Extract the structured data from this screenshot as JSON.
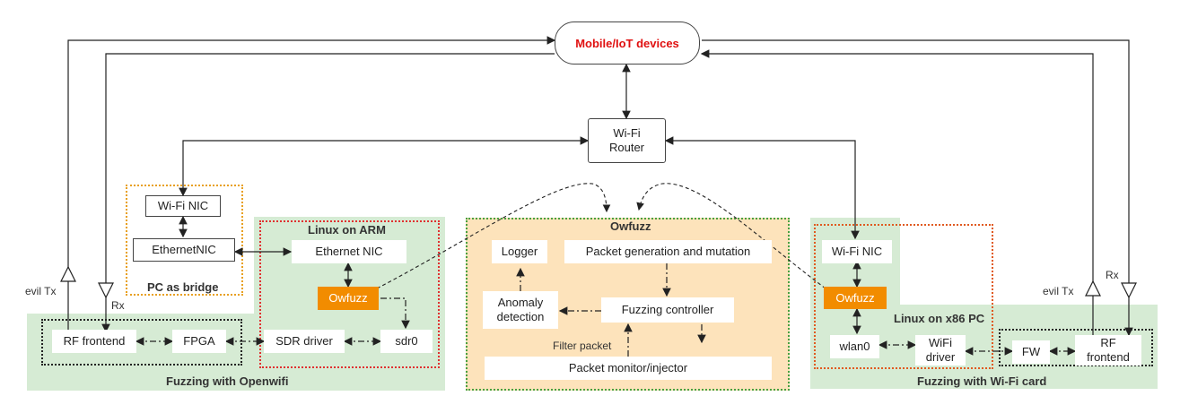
{
  "top": {
    "devices_label": "Mobile/IoT devices",
    "devices_color": "#e01010",
    "router_label_line1": "Wi-Fi",
    "router_label_line2": "Router"
  },
  "bridge": {
    "title": "PC as bridge",
    "wifi_nic": "Wi-Fi NIC",
    "ethernet_nic": "EthernetNIC"
  },
  "openwifi": {
    "title": "Fuzzing with Openwifi",
    "linux_arm_title": "Linux on ARM",
    "ethernet_nic": "Ethernet NIC",
    "owfuzz": "Owfuzz",
    "sdr_driver": "SDR driver",
    "sdr0": "sdr0",
    "rf_frontend": "RF frontend",
    "fpga": "FPGA",
    "evil_tx": "evil Tx",
    "rx": "Rx"
  },
  "owfuzz_center": {
    "title": "Owfuzz",
    "logger": "Logger",
    "packet_gen": "Packet generation and mutation",
    "anomaly_line1": "Anomaly",
    "anomaly_line2": "detection",
    "fuzzing_controller": "Fuzzing controller",
    "filter_packet": "Filter packet",
    "packet_monitor": "Packet monitor/injector"
  },
  "wifi_card": {
    "title": "Fuzzing with Wi-Fi card",
    "linux_x86_title": "Linux on x86 PC",
    "wifi_nic": "Wi-Fi NIC",
    "owfuzz": "Owfuzz",
    "wlan0": "wlan0",
    "wifi_driver_line1": "WiFi",
    "wifi_driver_line2": "driver",
    "fw": "FW",
    "rf_line1": "RF",
    "rf_line2": "frontend",
    "evil_tx": "evil Tx",
    "rx": "Rx"
  },
  "colors": {
    "green_region": "#d6ebd4",
    "peach_region": "#fde3bb",
    "owfuzz_orange": "#f28c00",
    "red_dotted": "#e03030",
    "orange_dotted": "#e8a020",
    "green_dotted": "#4aa040"
  }
}
